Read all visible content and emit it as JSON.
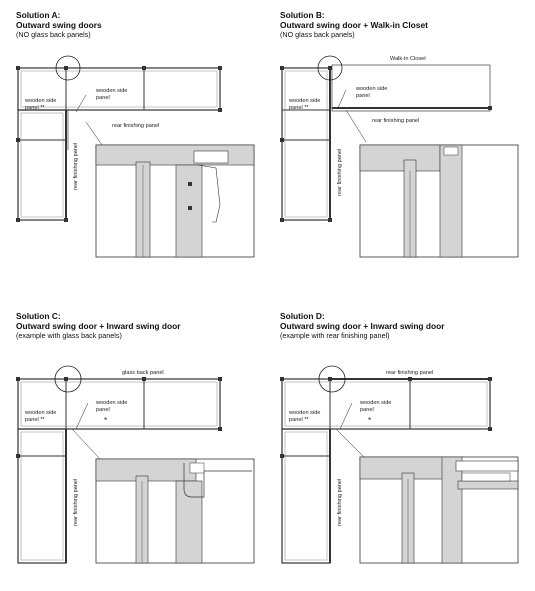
{
  "solutions": [
    {
      "title": "Solution A:",
      "subtitle": "Outward swing doors",
      "note": "(NO glass back panels)",
      "labels": {
        "wooden_side_left": "wooden side",
        "wooden_side_left_2": "panel **",
        "wooden_side_center": "wooden side",
        "wooden_side_center_2": "panel",
        "rear_finishing_1": "rear finishing panel",
        "rear_finishing_vertical": "rear finishing panel"
      }
    },
    {
      "title": "Solution B:",
      "subtitle": "Outward swing door + Walk-in Closet",
      "note": "(NO glass back panels)",
      "labels": {
        "walk_in": "Walk-in Closet",
        "wooden_side_left": "wooden side",
        "wooden_side_left_2": "panel **",
        "wooden_side_center": "wooden side",
        "wooden_side_center_2": "panel",
        "rear_finishing_1": "rear finishing panel",
        "rear_finishing_vertical": "rear finishing panel"
      }
    },
    {
      "title": "Solution C:",
      "subtitle": "Outward swing door + Inward swing door",
      "note": "(example with glass back panels)",
      "labels": {
        "glass_back": "glass back panel",
        "wooden_side_left": "wooden side",
        "wooden_side_left_2": "panel **",
        "wooden_side_center": "wooden side",
        "wooden_side_center_2": "panel",
        "star": "*",
        "rear_finishing_vertical": "rear finishing panel"
      }
    },
    {
      "title": "Solution D:",
      "subtitle": "Outward swing door + Inward swing door",
      "note": "(example with rear finishing panel)",
      "labels": {
        "rear_finishing_top": "rear finishing panel",
        "wooden_side_left": "wooden side",
        "wooden_side_left_2": "panel **",
        "wooden_side_center": "wooden side",
        "wooden_side_center_2": "panel",
        "star": "*",
        "rear_finishing_vertical": "rear finishing panel"
      }
    }
  ],
  "colors": {
    "panel_fill": "#d4d4d4",
    "line": "#2a2a2a",
    "frame": "#555555"
  }
}
